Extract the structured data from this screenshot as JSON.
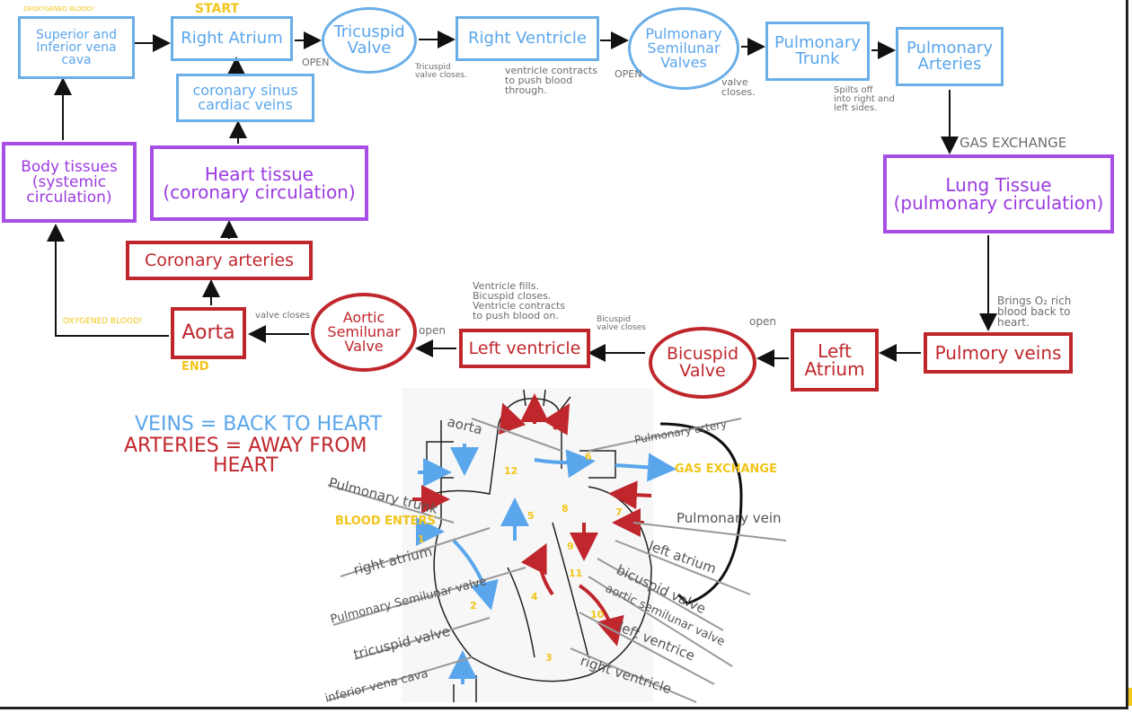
{
  "nodes": {
    "vena_cava": "Superior and\nInferior vena\ncava",
    "right_atrium": "Right Atrium",
    "tricuspid": "Tricuspid\nValve",
    "right_ventricle": "Right Ventricle",
    "pulmonary_semilunar": "Pulmonary\nSemilunar\nValves",
    "pulmonary_trunk": "Pulmonary\nTrunk",
    "pulmonary_arteries": "Pulmonary\nArteries",
    "coronary_sinus": "coronary sinus\ncardiac veins",
    "heart_tissue": "Heart tissue\n(coronary circulation)",
    "body_tissues": "Body tissues\n(systemic\ncirculation)",
    "lung_tissue": "Lung Tissue\n(pulmonary circulation)",
    "coronary_arteries": "Coronary arteries",
    "aorta": "Aorta",
    "aortic_semilunar": "Aortic\nSemilunar\nValve",
    "left_ventricle": "Left ventricle",
    "bicuspid": "Bicuspid\nValve",
    "left_atrium": "Left\nAtrium",
    "pulmonary_veins": "Pulmory veins"
  },
  "notes": {
    "deoxygenated": "DEOXYGENED BLOOD!",
    "start": "START",
    "open1": "OPEN",
    "tricuspid_closes": "Tricuspid\nvalve closes.",
    "ventricle_contracts": "ventricle contracts\nto push blood\nthrough.",
    "open2": "OPEN",
    "valve_closes": "valve\ncloses.",
    "splits": "Spilts off\ninto right and\nleft sides.",
    "gas_exchange": "GAS EXCHANGE",
    "brings_o2": "Brings O₂ rich\nblood back to\nheart.",
    "open3": "open",
    "bicuspid_closes": "Bicuspid\nvalve closes",
    "ventricle_fills": "Ventricle fills.\nBicuspid closes.\nVentricle contracts\nto push blood on.",
    "open4": "open",
    "valve_closes2": "valve closes",
    "oxygenated": "OXYGENED BLOOD!",
    "end": "END"
  },
  "legend": {
    "veins": "VEINS = BACK TO HEART",
    "arteries": "ARTERIES = AWAY FROM\nHEART"
  },
  "heart_labels": {
    "aorta": "aorta",
    "pulmonary_trunk": "Pulmonary trunk",
    "blood_enters": "BLOOD ENTERS",
    "right_atrium": "right atrium",
    "pulmonary_semilunar_valve": "Pulmonary Semilunar valve",
    "tricuspid_valve": "tricuspid valve",
    "inferior_vena_cava": "inferior vena cava",
    "pulmonary_artery": "Pulmonary artery",
    "gas_exchange": "GAS EXCHANGE",
    "pulmonary_vein": "Pulmonary vein",
    "left_atrium": "left atrium",
    "bicuspid_valve": "bicuspid valve",
    "aortic_semilunar_valve": "aortic semilunar valve",
    "left_ventricle": "left ventrice",
    "right_ventricle": "right ventricle",
    "n1": "1",
    "n2": "2",
    "n3": "3",
    "n4": "4",
    "n5": "5",
    "n6": "6",
    "n7": "7",
    "n8": "8",
    "n9": "9",
    "n10": "10",
    "n11": "11",
    "n12": "12"
  },
  "colors": {
    "vein_blue": "#5aa6ec",
    "artery_red": "#c0272d",
    "tissue_purple": "#9b3be0",
    "note_yellow": "#f2c51b"
  }
}
